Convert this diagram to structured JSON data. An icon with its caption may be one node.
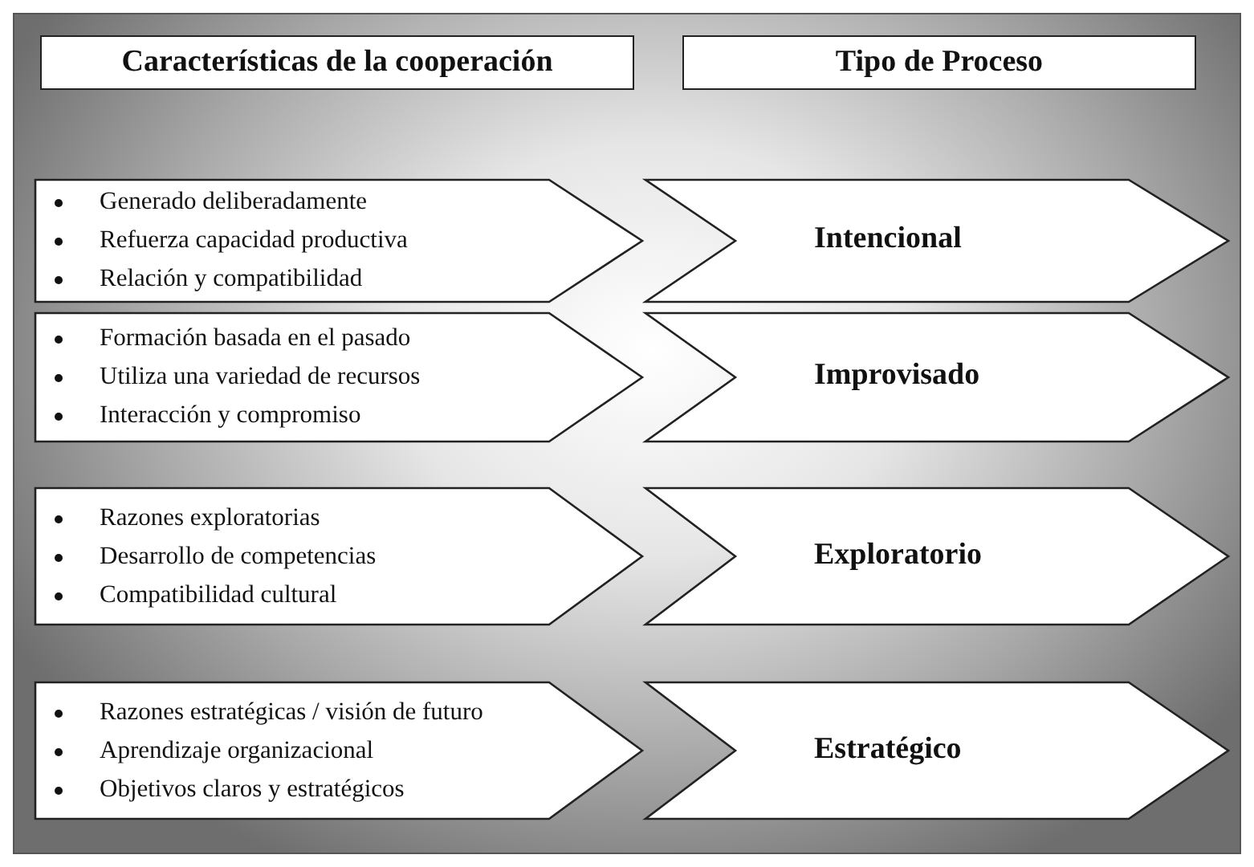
{
  "diagram": {
    "nodes": [
      {
        "text": [
          "Características de la cooperación"
        ]
      },
      {
        "text": [
          "Tipo de Proceso"
        ]
      },
      {
        "text": [
          "Generado deliberadamente",
          "Refuerza capacidad productiva",
          "Relación y compatibilidad"
        ]
      },
      {
        "text": [
          "Intencional"
        ]
      },
      {
        "text": [
          "Formación basada en el pasado",
          "Utiliza una variedad de recursos",
          "Interacción y compromiso"
        ]
      },
      {
        "text": [
          "Improvisado"
        ]
      },
      {
        "text": [
          "Razones exploratorias",
          "Desarrollo de competencias",
          "Compatibilidad cultural"
        ]
      },
      {
        "text": [
          "Exploratorio"
        ]
      },
      {
        "text": [
          "Razones estratégicas / visión de futuro",
          "Aprendizaje organizacional",
          "Objetivos claros y estratégicos"
        ]
      },
      {
        "text": [
          "Estratégico"
        ]
      }
    ]
  }
}
